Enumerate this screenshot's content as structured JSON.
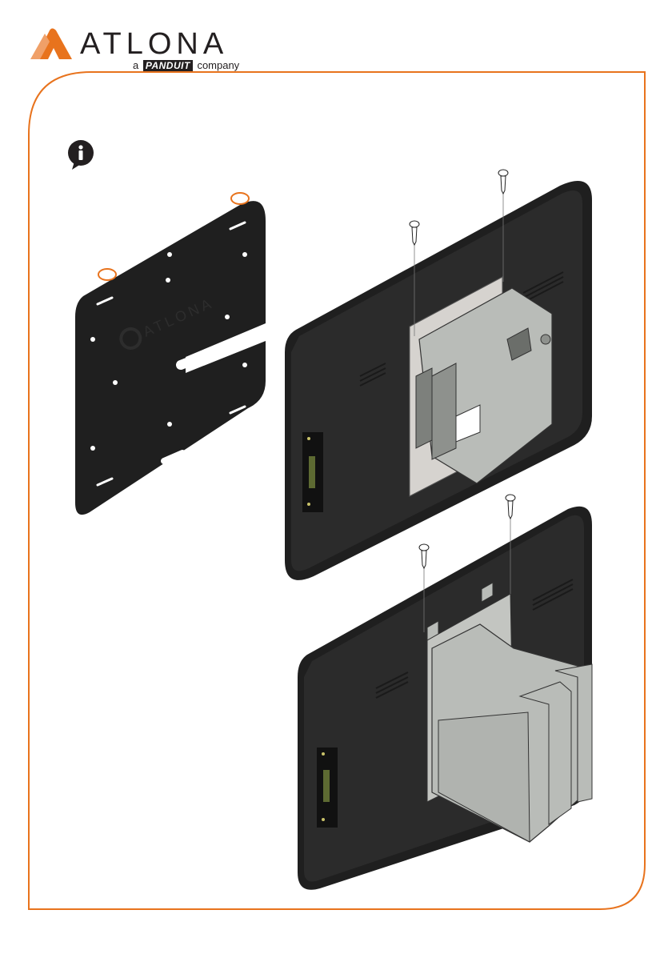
{
  "brand": {
    "wordmark": "ATLONA",
    "tagline_prefix": "a",
    "tagline_brand": "PANDUIT",
    "tagline_suffix": "company",
    "colors": {
      "accent": "#e8731d",
      "ink": "#231f20",
      "panel": "#1f1f1f",
      "bracket": "#b9bcb8"
    }
  },
  "icons": {
    "info": "info-speech-bubble-icon",
    "screw": "screw-icon"
  },
  "illustrations": {
    "plate_logo": "ATLONA"
  }
}
